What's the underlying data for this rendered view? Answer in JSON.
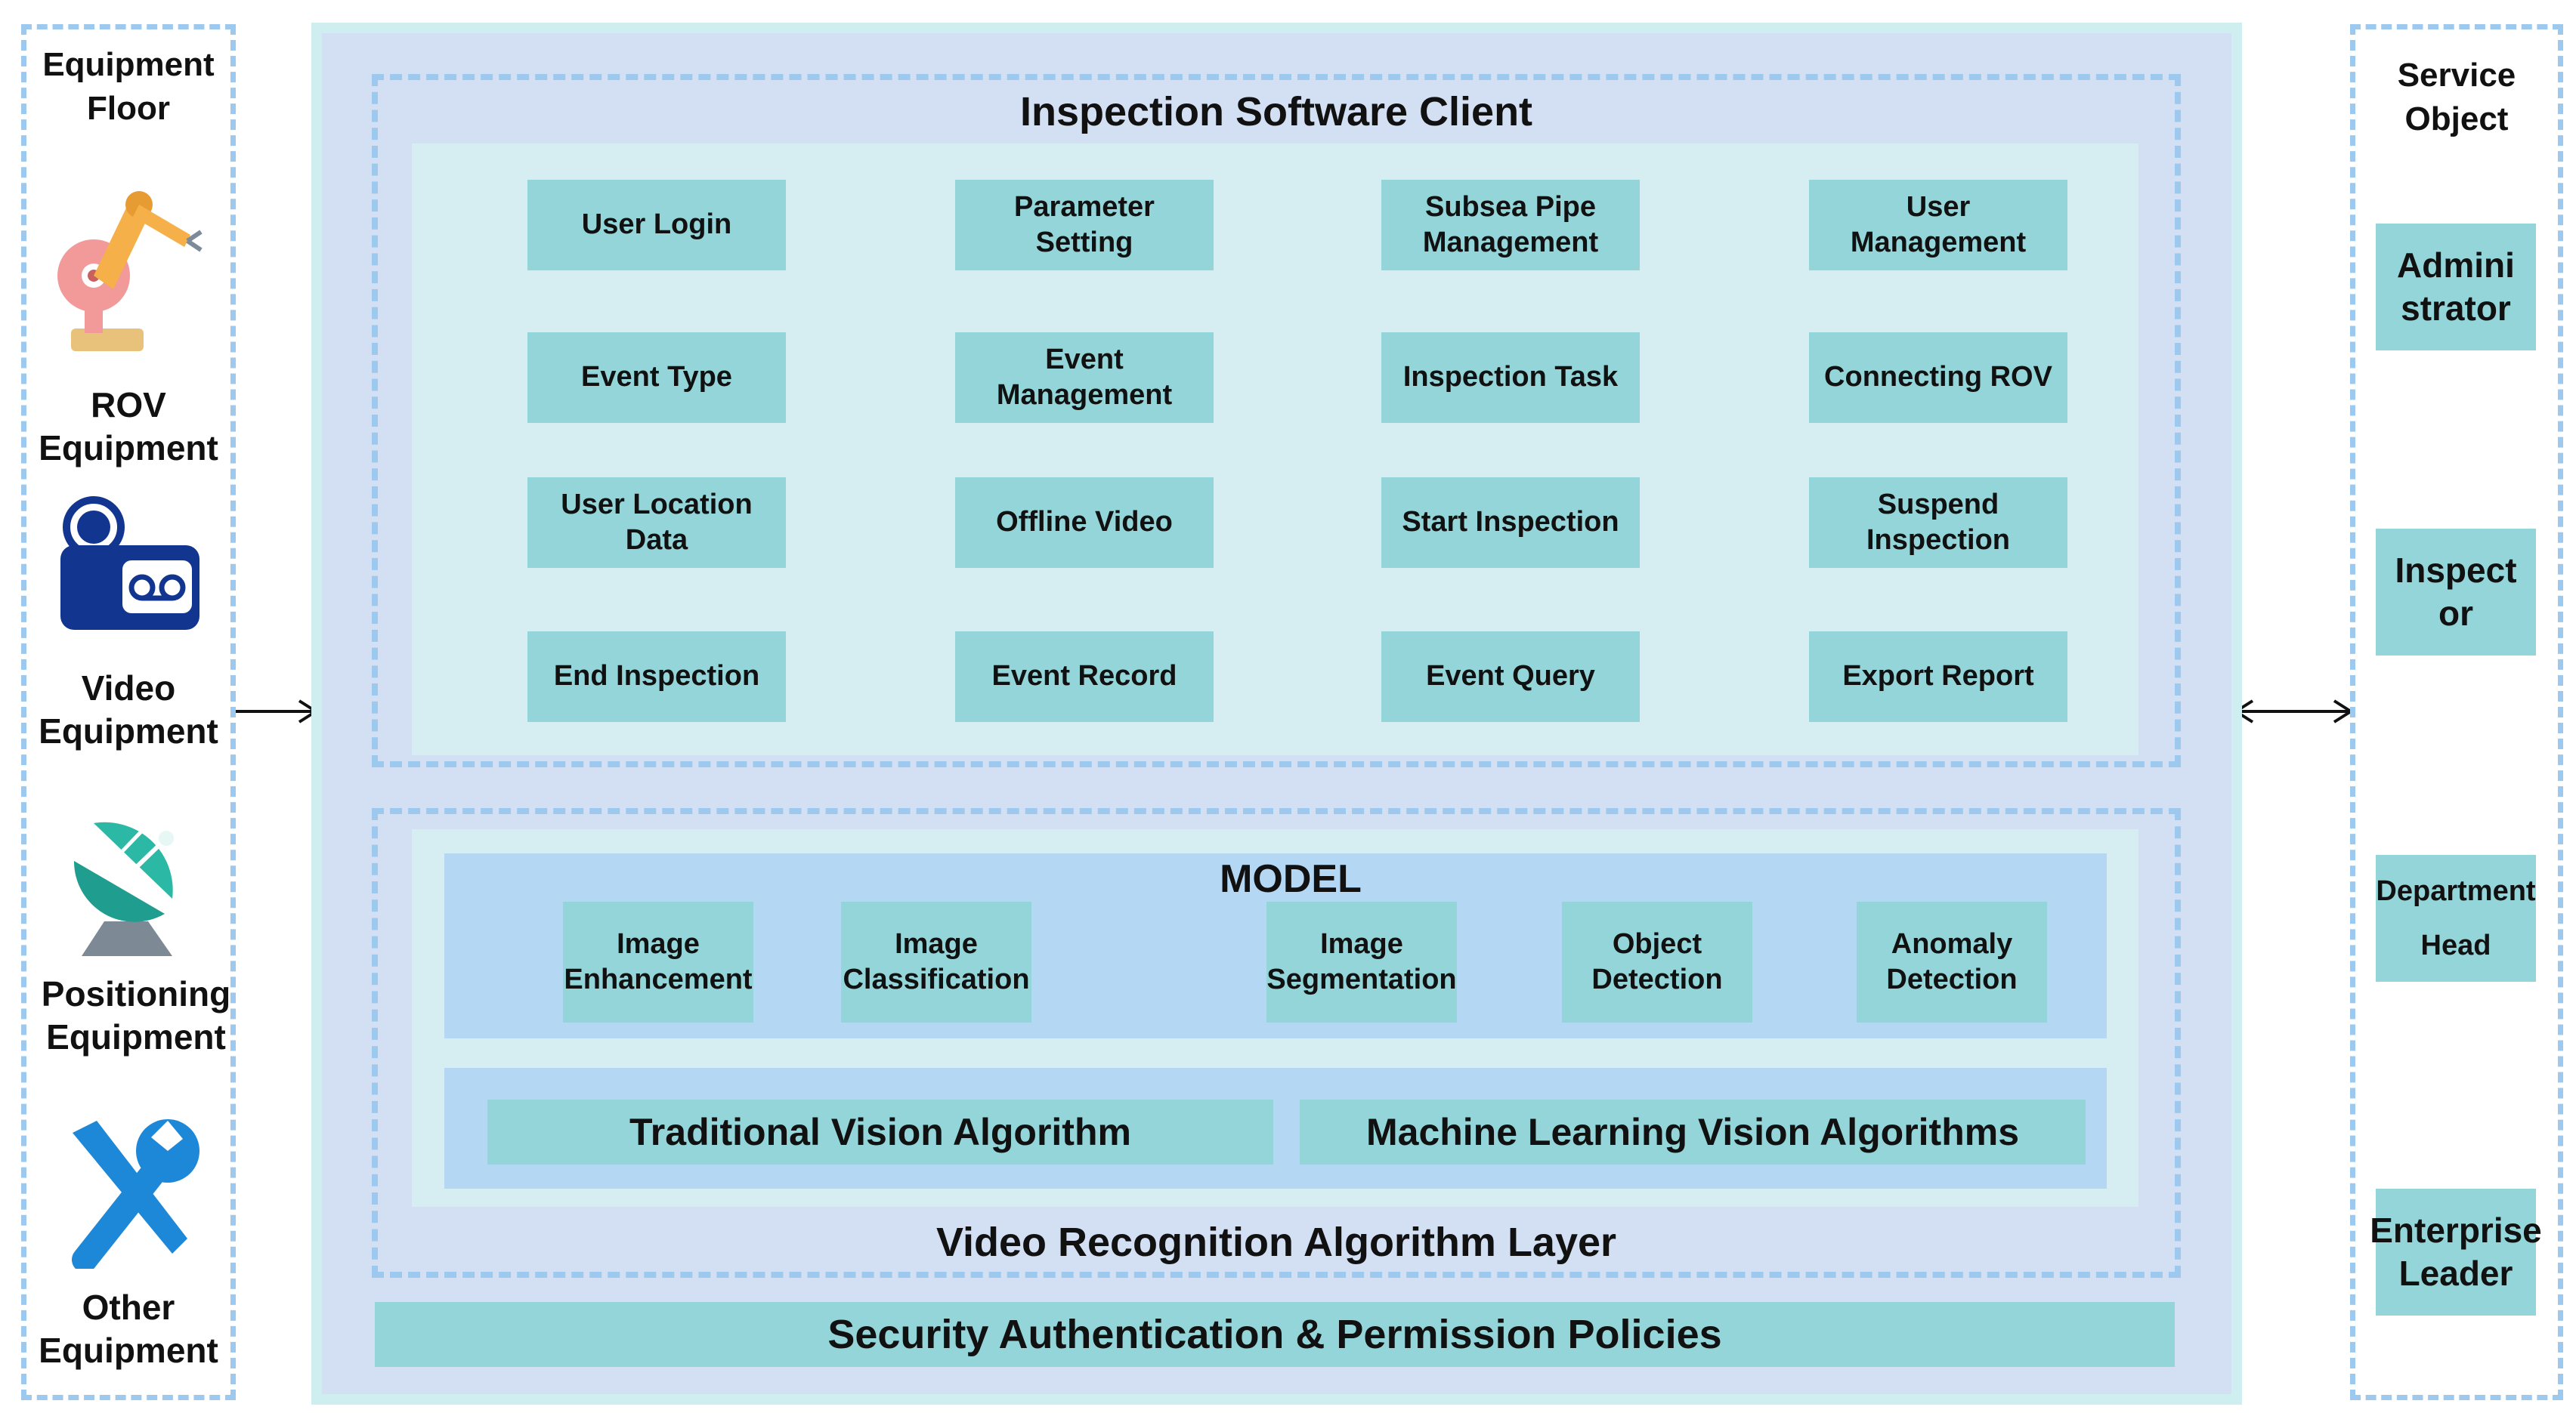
{
  "left": {
    "title": "Equipment\nFloor",
    "items": [
      {
        "label": "ROV\nEquipment",
        "icon": "robot-arm-icon"
      },
      {
        "label": "Video\nEquipment",
        "icon": "video-camera-icon"
      },
      {
        "label": "Positioning\nEquipment",
        "icon": "satellite-dish-icon"
      },
      {
        "label": "Other\nEquipment",
        "icon": "tools-icon"
      }
    ]
  },
  "client": {
    "title": "Inspection Software Client",
    "buttons": [
      [
        "User Login",
        "Parameter\nSetting",
        "Subsea Pipe\nManagement",
        "User\nManagement"
      ],
      [
        "Event Type",
        "Event\nManagement",
        "Inspection Task",
        "Connecting ROV"
      ],
      [
        "User Location\nData",
        "Offline Video",
        "Start Inspection",
        "Suspend\nInspection"
      ],
      [
        "End Inspection",
        "Event Record",
        "Event Query",
        "Export Report"
      ]
    ]
  },
  "algorithm": {
    "model_title": "MODEL",
    "models": [
      "Image\nEnhancement",
      "Image\nClassification",
      "Image\nSegmentation",
      "Object\nDetection",
      "Anomaly\nDetection"
    ],
    "traditional": "Traditional Vision Algorithm",
    "machine_learning": "Machine Learning Vision Algorithms",
    "layer_title": "Video Recognition Algorithm Layer"
  },
  "security": "Security Authentication & Permission Policies",
  "right": {
    "title": "Service\nObject",
    "items": [
      "Admini\nstrator",
      "Inspect\nor",
      "Department\nHead",
      "Enterprise\nLeader"
    ]
  },
  "colors": {
    "box": "#93d5d9",
    "dash": "#9ec9ef",
    "main_bg": "#d3dff2",
    "panel_bg": "#d6eef2",
    "model_bg": "#b4d7f3",
    "robot_orange": "#f5b04a",
    "camera_navy": "#12358f",
    "dish_teal": "#1f9d8e",
    "tools_blue": "#1e88d8"
  }
}
